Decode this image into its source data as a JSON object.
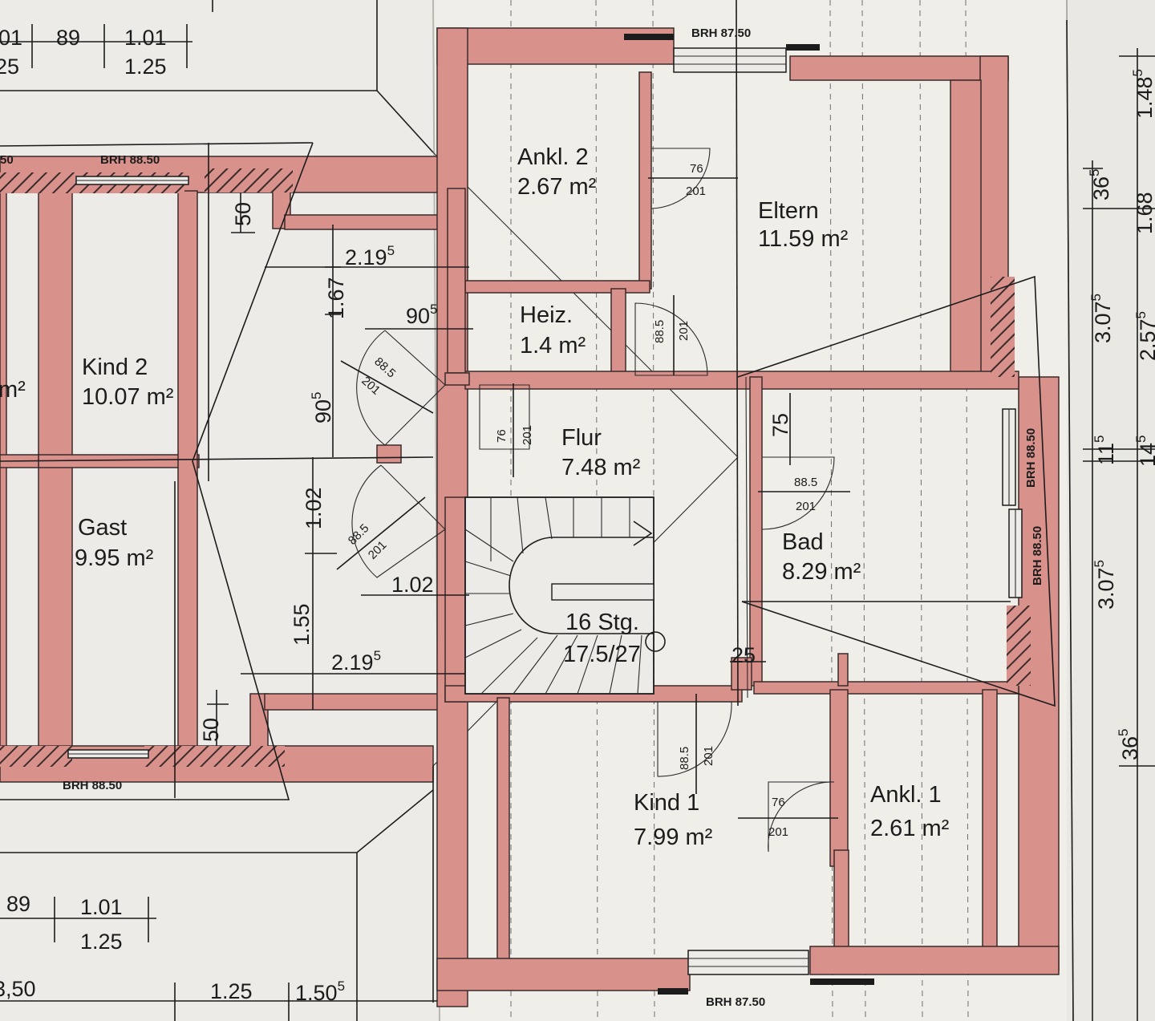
{
  "palette": {
    "wall": "#d9918c",
    "paper": "#ecebe7",
    "ink": "#1c1c1c",
    "hatch": "#3b2b2b"
  },
  "rooms": {
    "ankl2": {
      "name": "Ankl. 2",
      "area": "2.67 m²"
    },
    "eltern": {
      "name": "Eltern",
      "area": "11.59 m²"
    },
    "heiz": {
      "name": "Heiz.",
      "area": "1.4 m²"
    },
    "flur": {
      "name": "Flur",
      "area": "7.48 m²"
    },
    "bad": {
      "name": "Bad",
      "area": "8.29 m²"
    },
    "kind2": {
      "name": "Kind 2",
      "area": "10.07 m²"
    },
    "gast": {
      "name": "Gast",
      "area": "9.95 m²"
    },
    "kind1": {
      "name": "Kind 1",
      "area": "7.99 m²"
    },
    "ankl1": {
      "name": "Ankl. 1",
      "area": "2.61 m²"
    },
    "partial_left": {
      "area_fragment": "m²"
    }
  },
  "stairs": {
    "steps": "16 Stg.",
    "ratio": "17.5/27"
  },
  "windows": {
    "top": "BRH 87.50",
    "bottom": "BRH 87.50",
    "left_top": "BRH 88.50",
    "left_bottom": "BRH 88.50",
    "right_upper": "BRH 88.50",
    "right_lower": "BRH 88.50",
    "left_edge_fragment": "50"
  },
  "doors": {
    "ankl2": {
      "width": "76",
      "height": "201"
    },
    "heiz": {
      "width": "88.5",
      "height": "201"
    },
    "flur_left": {
      "width": "76",
      "height": "201"
    },
    "kind2": {
      "width": "88.5",
      "height": "201"
    },
    "gast": {
      "width": "88.5",
      "height": "201"
    },
    "bad": {
      "width": "88.5",
      "height": "201"
    },
    "kind1": {
      "width": "88.5",
      "height": "201"
    },
    "ankl1": {
      "width": "76",
      "height": "201"
    }
  },
  "dimensions": {
    "top_left_row1": [
      "01",
      "89",
      "1.01"
    ],
    "top_left_row2": [
      "25",
      "1.25"
    ],
    "left_upper_50": "50",
    "left_lower_50": "50",
    "d219_top": "2.19",
    "d219_top_sup": "5",
    "d167": "1.67",
    "d90_h": "90",
    "d90_h_sup": "5",
    "d90_v": "90",
    "d90_v_sup": "5",
    "d102_v": "1.02",
    "d102_h": "1.02",
    "d155": "1.55",
    "d219_bottom": "2.19",
    "d219_bottom_sup": "5",
    "bad_75": "75",
    "d25": "25",
    "bottom_left_row1": [
      "89",
      "1.01"
    ],
    "bottom_left_row2": [
      "1.25"
    ],
    "bottom_row": [
      "3,50",
      "1.25",
      "1.50"
    ],
    "bottom_row_sup": "5",
    "right_col": {
      "d148": "1.48",
      "d148_sup": "5",
      "d36_a": "36",
      "d36_a_sup": "5",
      "stack": "1.68",
      "d3075_a": "3.07",
      "d3075_a_sup": "5",
      "d2575": "2.57",
      "d2575_sup": "5",
      "d11": "11",
      "d11_sup": "5",
      "d14": "14",
      "d14_sup": "5",
      "d3075_b": "3.07",
      "d3075_b_sup": "5",
      "d36_b": "36",
      "d36_b_sup": "5"
    }
  }
}
